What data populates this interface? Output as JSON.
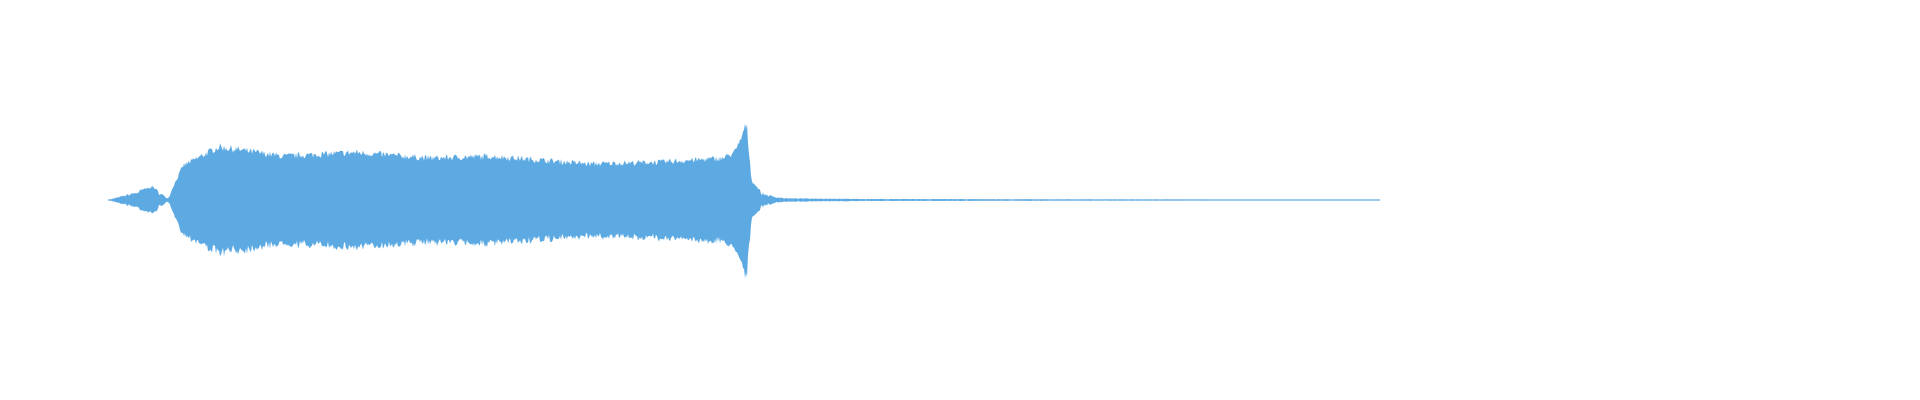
{
  "chart_data": {
    "type": "area",
    "title": "",
    "xlabel": "",
    "ylabel": "",
    "grid": false,
    "color": "#5daae3",
    "ylim": [
      -1,
      1
    ],
    "x": [
      0,
      0.035,
      0.047,
      0.059,
      0.087,
      0.137,
      0.195,
      0.253,
      0.301,
      0.379,
      0.436,
      0.484,
      0.494,
      0.502,
      0.506,
      0.514,
      0.523,
      0.533,
      0.6,
      0.8,
      1.0
    ],
    "amplitude": [
      0,
      0.07,
      0.01,
      0.18,
      0.28,
      0.23,
      0.25,
      0.22,
      0.23,
      0.19,
      0.2,
      0.22,
      0.26,
      0.4,
      0.1,
      0.04,
      0.02,
      0.01,
      0.006,
      0.004,
      0.002
    ]
  }
}
